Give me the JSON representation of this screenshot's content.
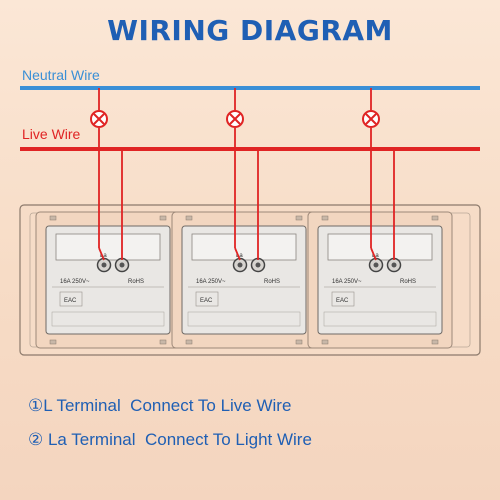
{
  "title": "WIRING DIAGRAM",
  "wires": {
    "neutral_label": "Neutral Wire",
    "live_label": "Live Wire",
    "neutral_color": "#3a8fd6",
    "live_color": "#e02424"
  },
  "lamp_icon": "lamp-cross-icon",
  "switches": [
    {
      "terminal_label": "La",
      "rating": "16A  250V~",
      "rohs": "RoHS",
      "mark": "EAC"
    },
    {
      "terminal_label": "La",
      "rating": "16A  250V~",
      "rohs": "RoHS",
      "mark": "EAC"
    },
    {
      "terminal_label": "La",
      "rating": "16A  250V~",
      "rohs": "RoHS",
      "mark": "EAC"
    }
  ],
  "notes": [
    "①L Terminal  Connect To Live Wire",
    "② La Terminal  Connect To Light Wire"
  ]
}
